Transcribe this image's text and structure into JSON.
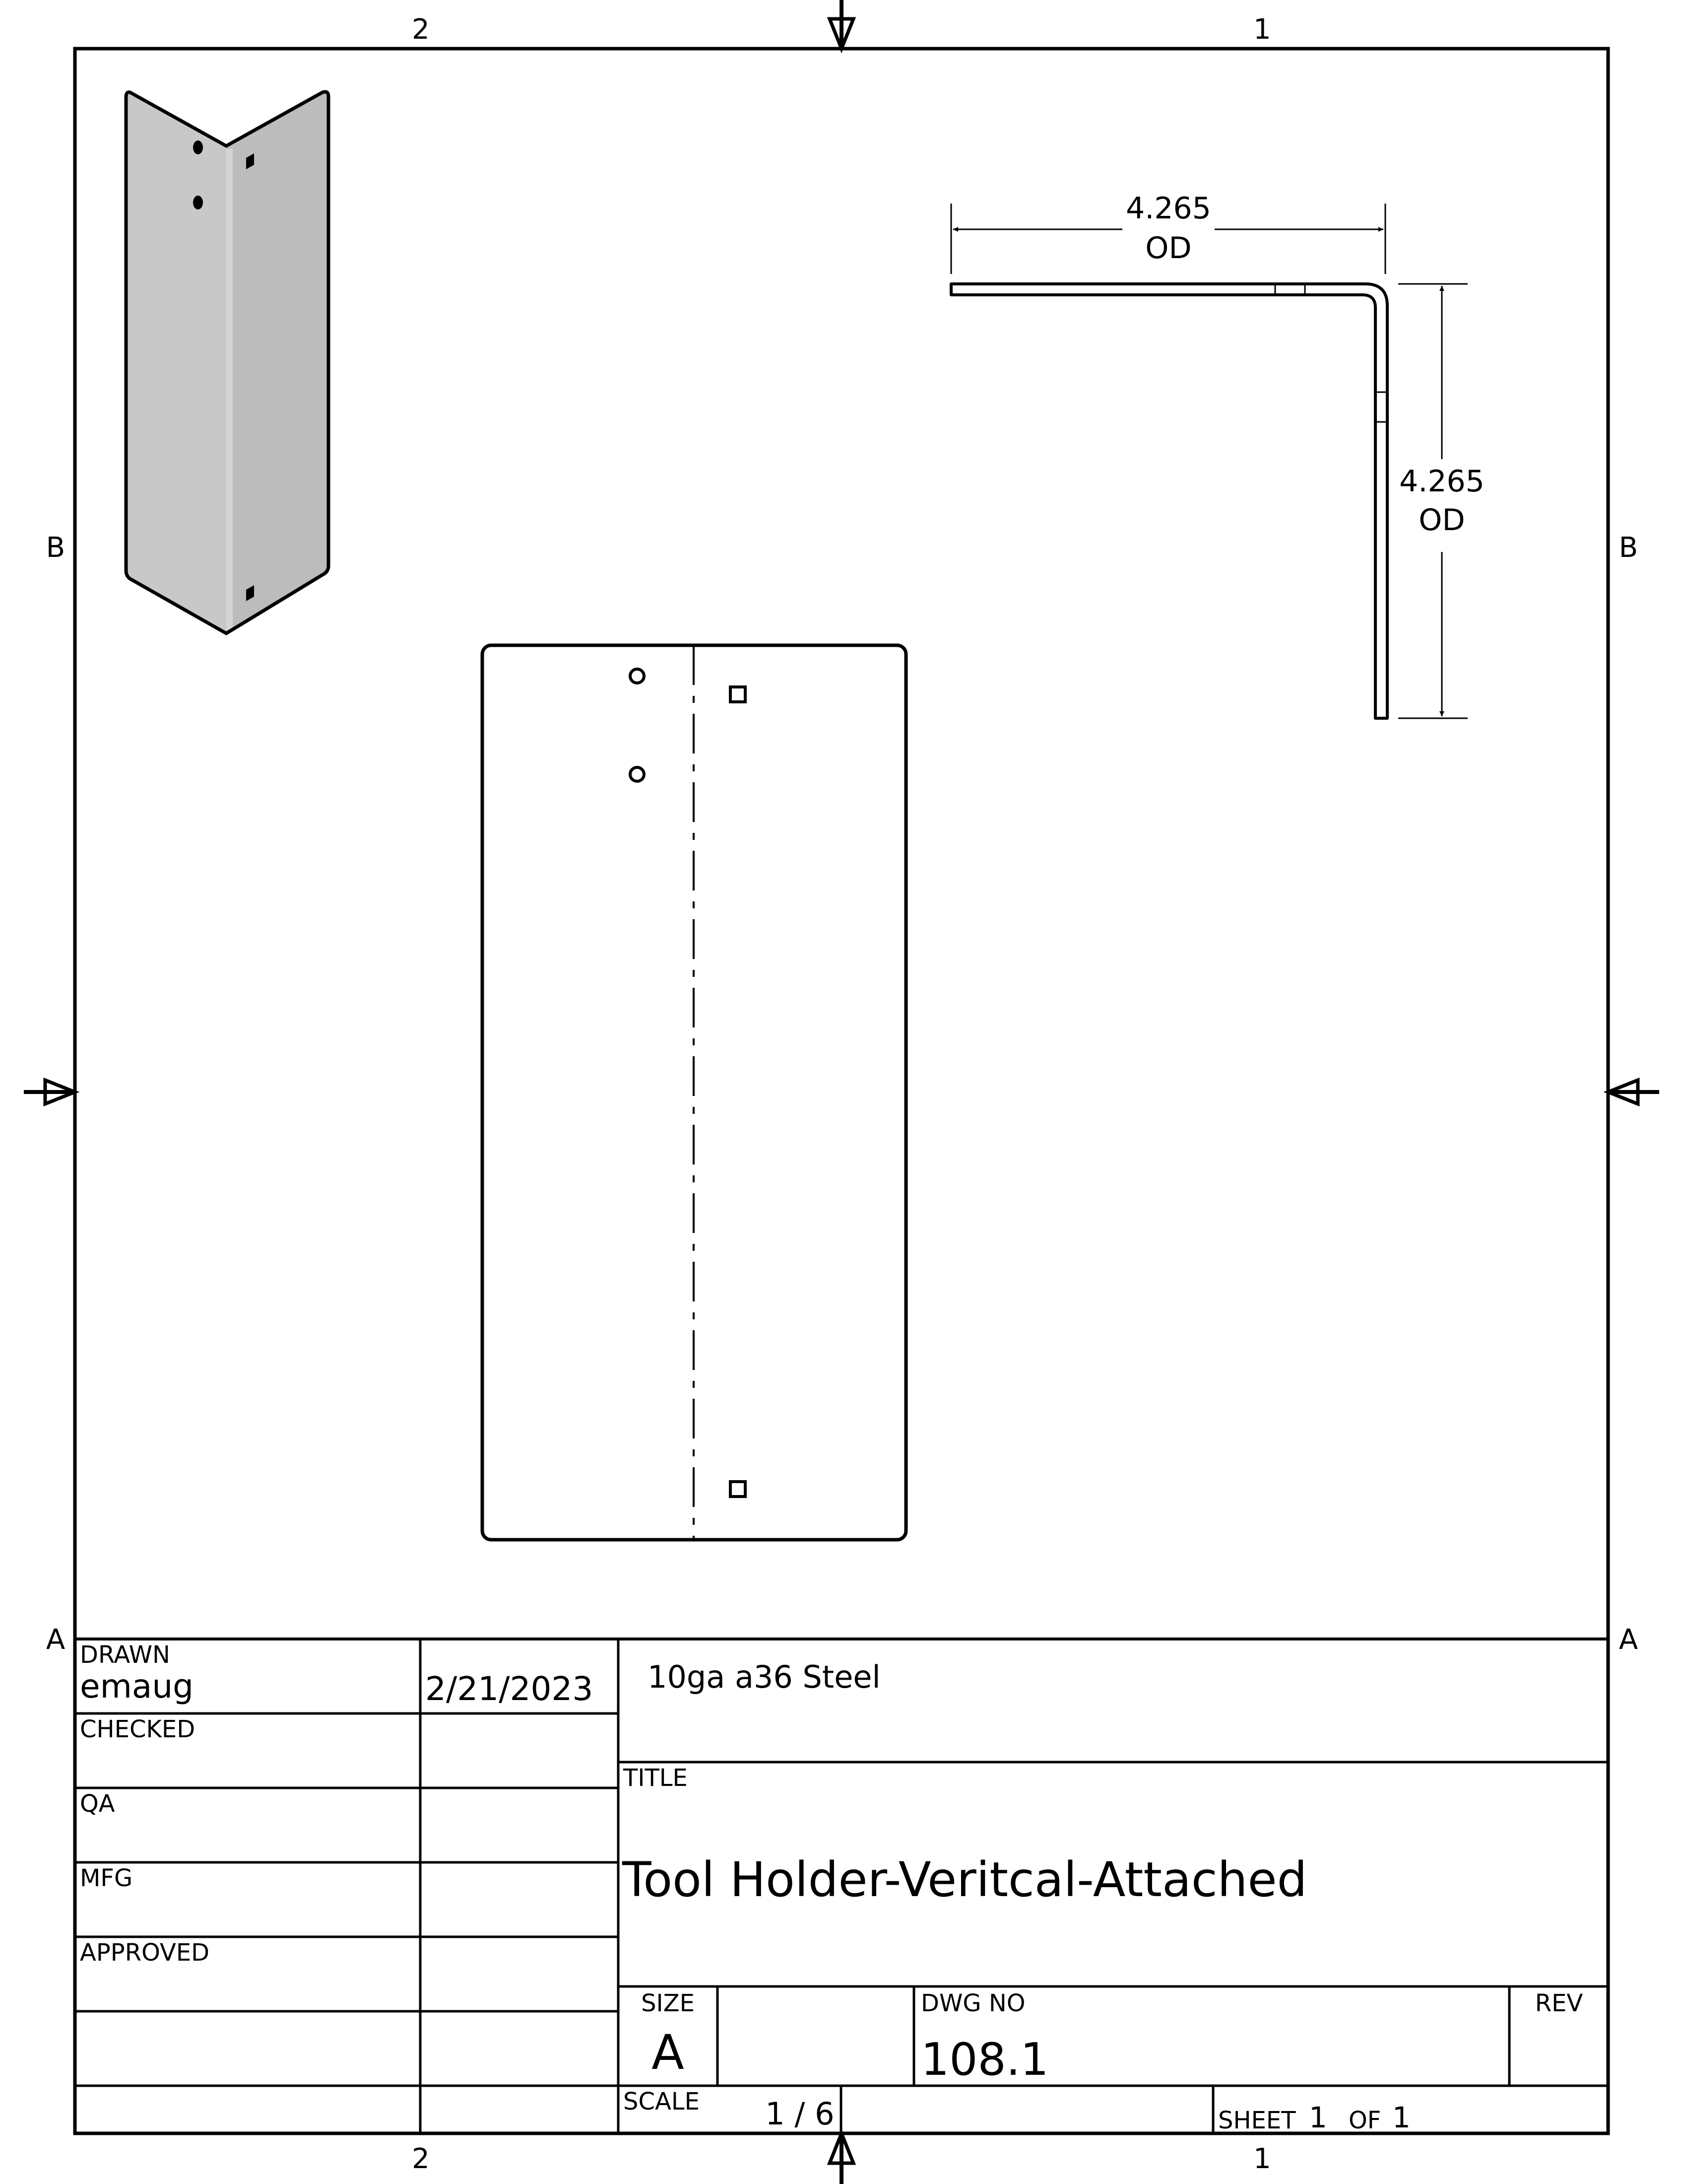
{
  "border": {
    "zones_top": [
      "2",
      "1"
    ],
    "zones_bottom": [
      "2",
      "1"
    ],
    "zones_left": [
      "B",
      "A"
    ],
    "zones_right": [
      "B",
      "A"
    ]
  },
  "dimensions": {
    "horizontal": {
      "value": "4.265",
      "qualifier": "OD"
    },
    "vertical": {
      "value": "4.265",
      "qualifier": "OD"
    }
  },
  "title_block": {
    "drawn_label": "DRAWN",
    "drawn_by": "emaug",
    "drawn_date": "2/21/2023",
    "checked_label": "CHECKED",
    "qa_label": "QA",
    "mfg_label": "MFG",
    "approved_label": "APPROVED",
    "material": "10ga a36 Steel",
    "title_label": "TITLE",
    "title": "Tool Holder-Veritcal-Attached",
    "size_label": "SIZE",
    "size": "A",
    "dwg_no_label": "DWG NO",
    "dwg_no": "108.1",
    "rev_label": "REV",
    "scale_label": "SCALE",
    "scale": "1 / 6",
    "sheet_label": "SHEET",
    "sheet_num": "1",
    "of_label": "OF",
    "sheet_total": "1"
  },
  "colors": {
    "line": "#000000",
    "iso_left_face": "#c8c8c8",
    "iso_right_face": "#bcbcbc",
    "paper": "#ffffff"
  }
}
